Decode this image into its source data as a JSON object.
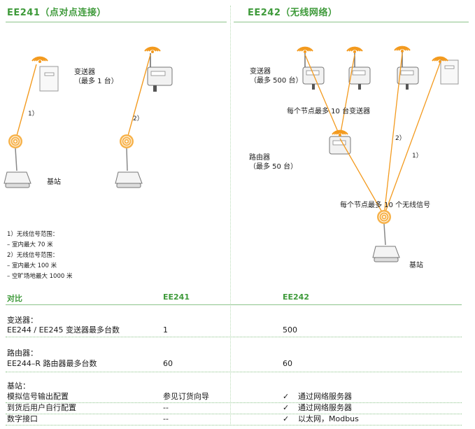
{
  "headers": {
    "left": "EE241（点对点连接）",
    "right": "EE242（无线网络）"
  },
  "left_diagram": {
    "transmitter_label_line1": "变送器",
    "transmitter_label_line2": "（最多 1 台）",
    "link1": "1）",
    "link2": "2）",
    "base_label": "基站"
  },
  "notes": [
    "1）无线信号范围：",
    "– 室内最大 70 米",
    "2）无线信号范围：",
    "– 室内最大 100 米",
    "– 空旷场地最大 1000 米"
  ],
  "right_diagram": {
    "transmitter_label_line1": "变送器",
    "transmitter_label_line2": "（最多 500 台）",
    "per_node": "每个节点最多 10 台变送器",
    "router_label_line1": "路由器",
    "router_label_line2": "（最多 50 台）",
    "link2": "2）",
    "link1": "1）",
    "per_node_signals": "每个节点最多 10 个无线信号",
    "base_label": "基站"
  },
  "table": {
    "header": {
      "col1": "对比",
      "col2": "EE241",
      "col3": "EE242"
    },
    "groups": [
      {
        "title": "变送器：",
        "rows": [
          {
            "label": "EE244 / EE245 变送器最多台数",
            "ee241": "1",
            "ee242": "500"
          }
        ]
      },
      {
        "title": "路由器：",
        "rows": [
          {
            "label": "EE244–R 路由器最多台数",
            "ee241": "60",
            "ee242": "60"
          }
        ]
      },
      {
        "title": "基站：",
        "rows": [
          {
            "label": "模拟信号输出配置",
            "ee241": "参见订货向导",
            "ee242_check": "✓",
            "ee242": "通过网络服务器"
          },
          {
            "label": "到货后用户自行配置",
            "ee241": "--",
            "ee242_check": "✓",
            "ee242": "通过网络服务器"
          },
          {
            "label": "数字接口",
            "ee241": "--",
            "ee242_check": "✓",
            "ee242": "以太网，Modbus"
          }
        ]
      }
    ]
  },
  "colors": {
    "accent_green": "#3e9a3a",
    "signal_orange": "#f39a1e",
    "rule_green": "#8cc48a"
  }
}
